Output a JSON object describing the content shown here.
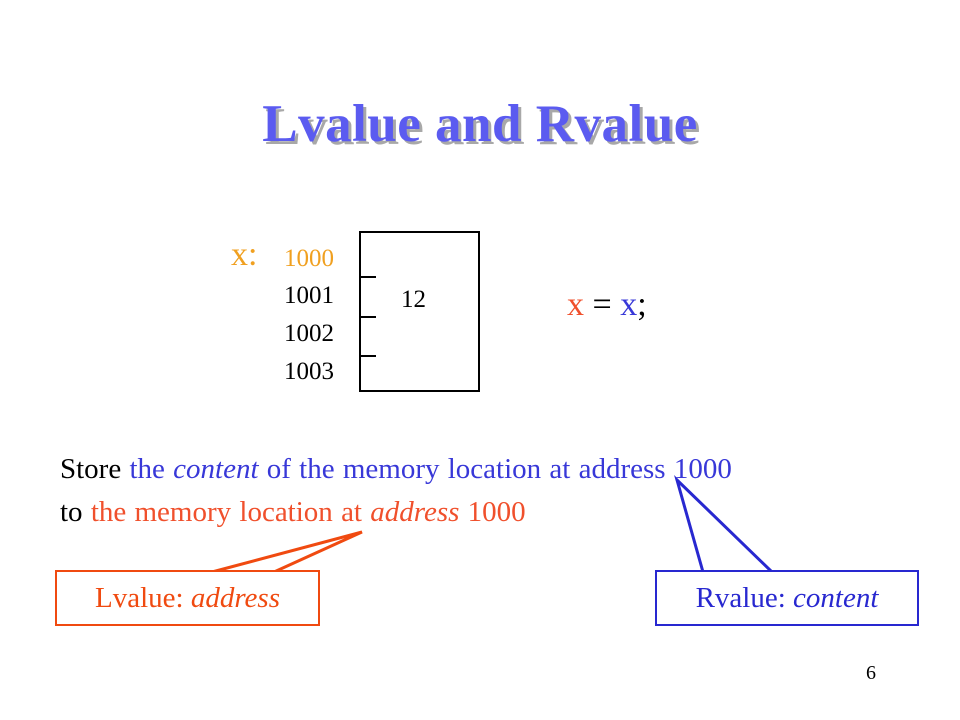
{
  "title": "Lvalue and Rvalue",
  "variable_label": "x:",
  "addresses": [
    "1000",
    "1001",
    "1002",
    "1003"
  ],
  "cell_value": "12",
  "assignment": {
    "lhs": "x",
    "op": " = ",
    "rhs": "x",
    "end": ";"
  },
  "sentence": {
    "line1": {
      "store": "Store ",
      "the": "the ",
      "content": "content",
      "of_memory": " of the memory location",
      "at_address": " at address 1000"
    },
    "line2": {
      "to": "to ",
      "the_memory": "the memory location",
      "at": " at ",
      "address": "address",
      "num": " 1000"
    }
  },
  "callouts": {
    "lvalue": {
      "label": "Lvalue: ",
      "term": "address"
    },
    "rvalue": {
      "label": "Rvalue: ",
      "term": "content"
    }
  },
  "page_number": "6",
  "colors": {
    "title": "#5b5bf0",
    "accent_orange": "#f0a020",
    "lvalue_red": "#f04a10",
    "rvalue_blue": "#2828d0"
  }
}
